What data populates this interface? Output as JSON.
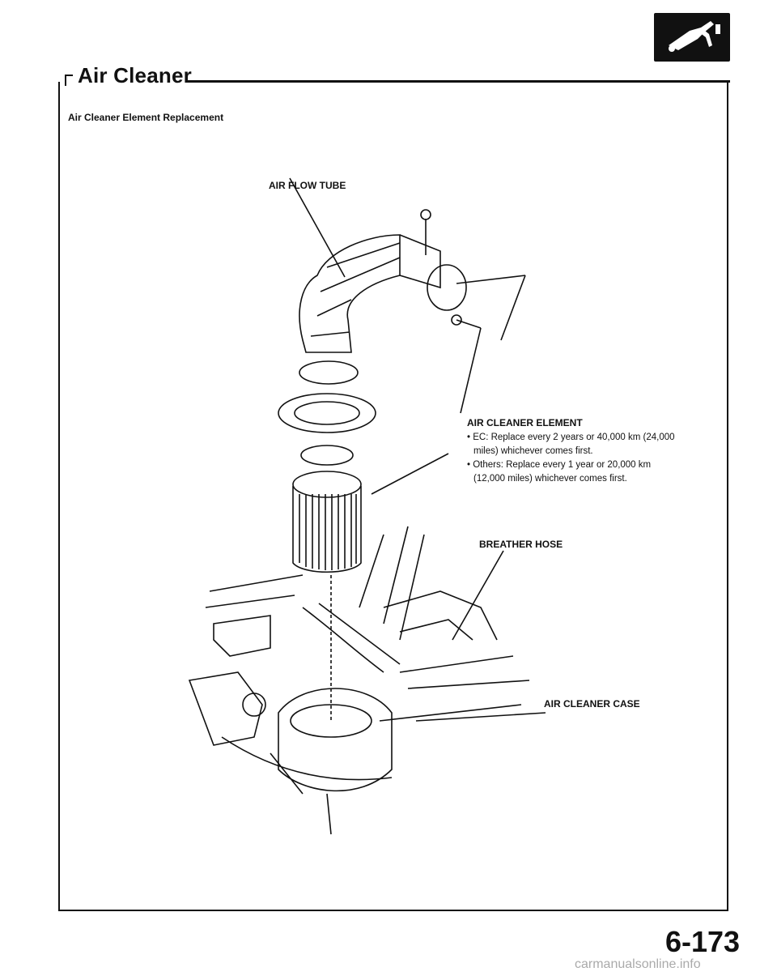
{
  "header": {
    "section_title": "Air Cleaner",
    "icon": "fuel-nozzle-icon"
  },
  "content": {
    "subtitle": "Air Cleaner Element Replacement",
    "labels": {
      "air_flow_tube": "AIR FLOW TUBE",
      "air_cleaner_element": "AIR CLEANER ELEMENT",
      "breather_hose": "BREATHER HOSE",
      "air_cleaner_case": "AIR CLEANER CASE"
    },
    "element_notes": [
      "• EC: Replace every 2 years or 40,000 km (24,000",
      "miles) whichever comes first.",
      "• Others: Replace every 1 year or 20,000 km",
      "(12,000 miles) whichever comes first."
    ]
  },
  "footer": {
    "page_number": "6-173",
    "watermark": "carmanualsonline.info"
  }
}
